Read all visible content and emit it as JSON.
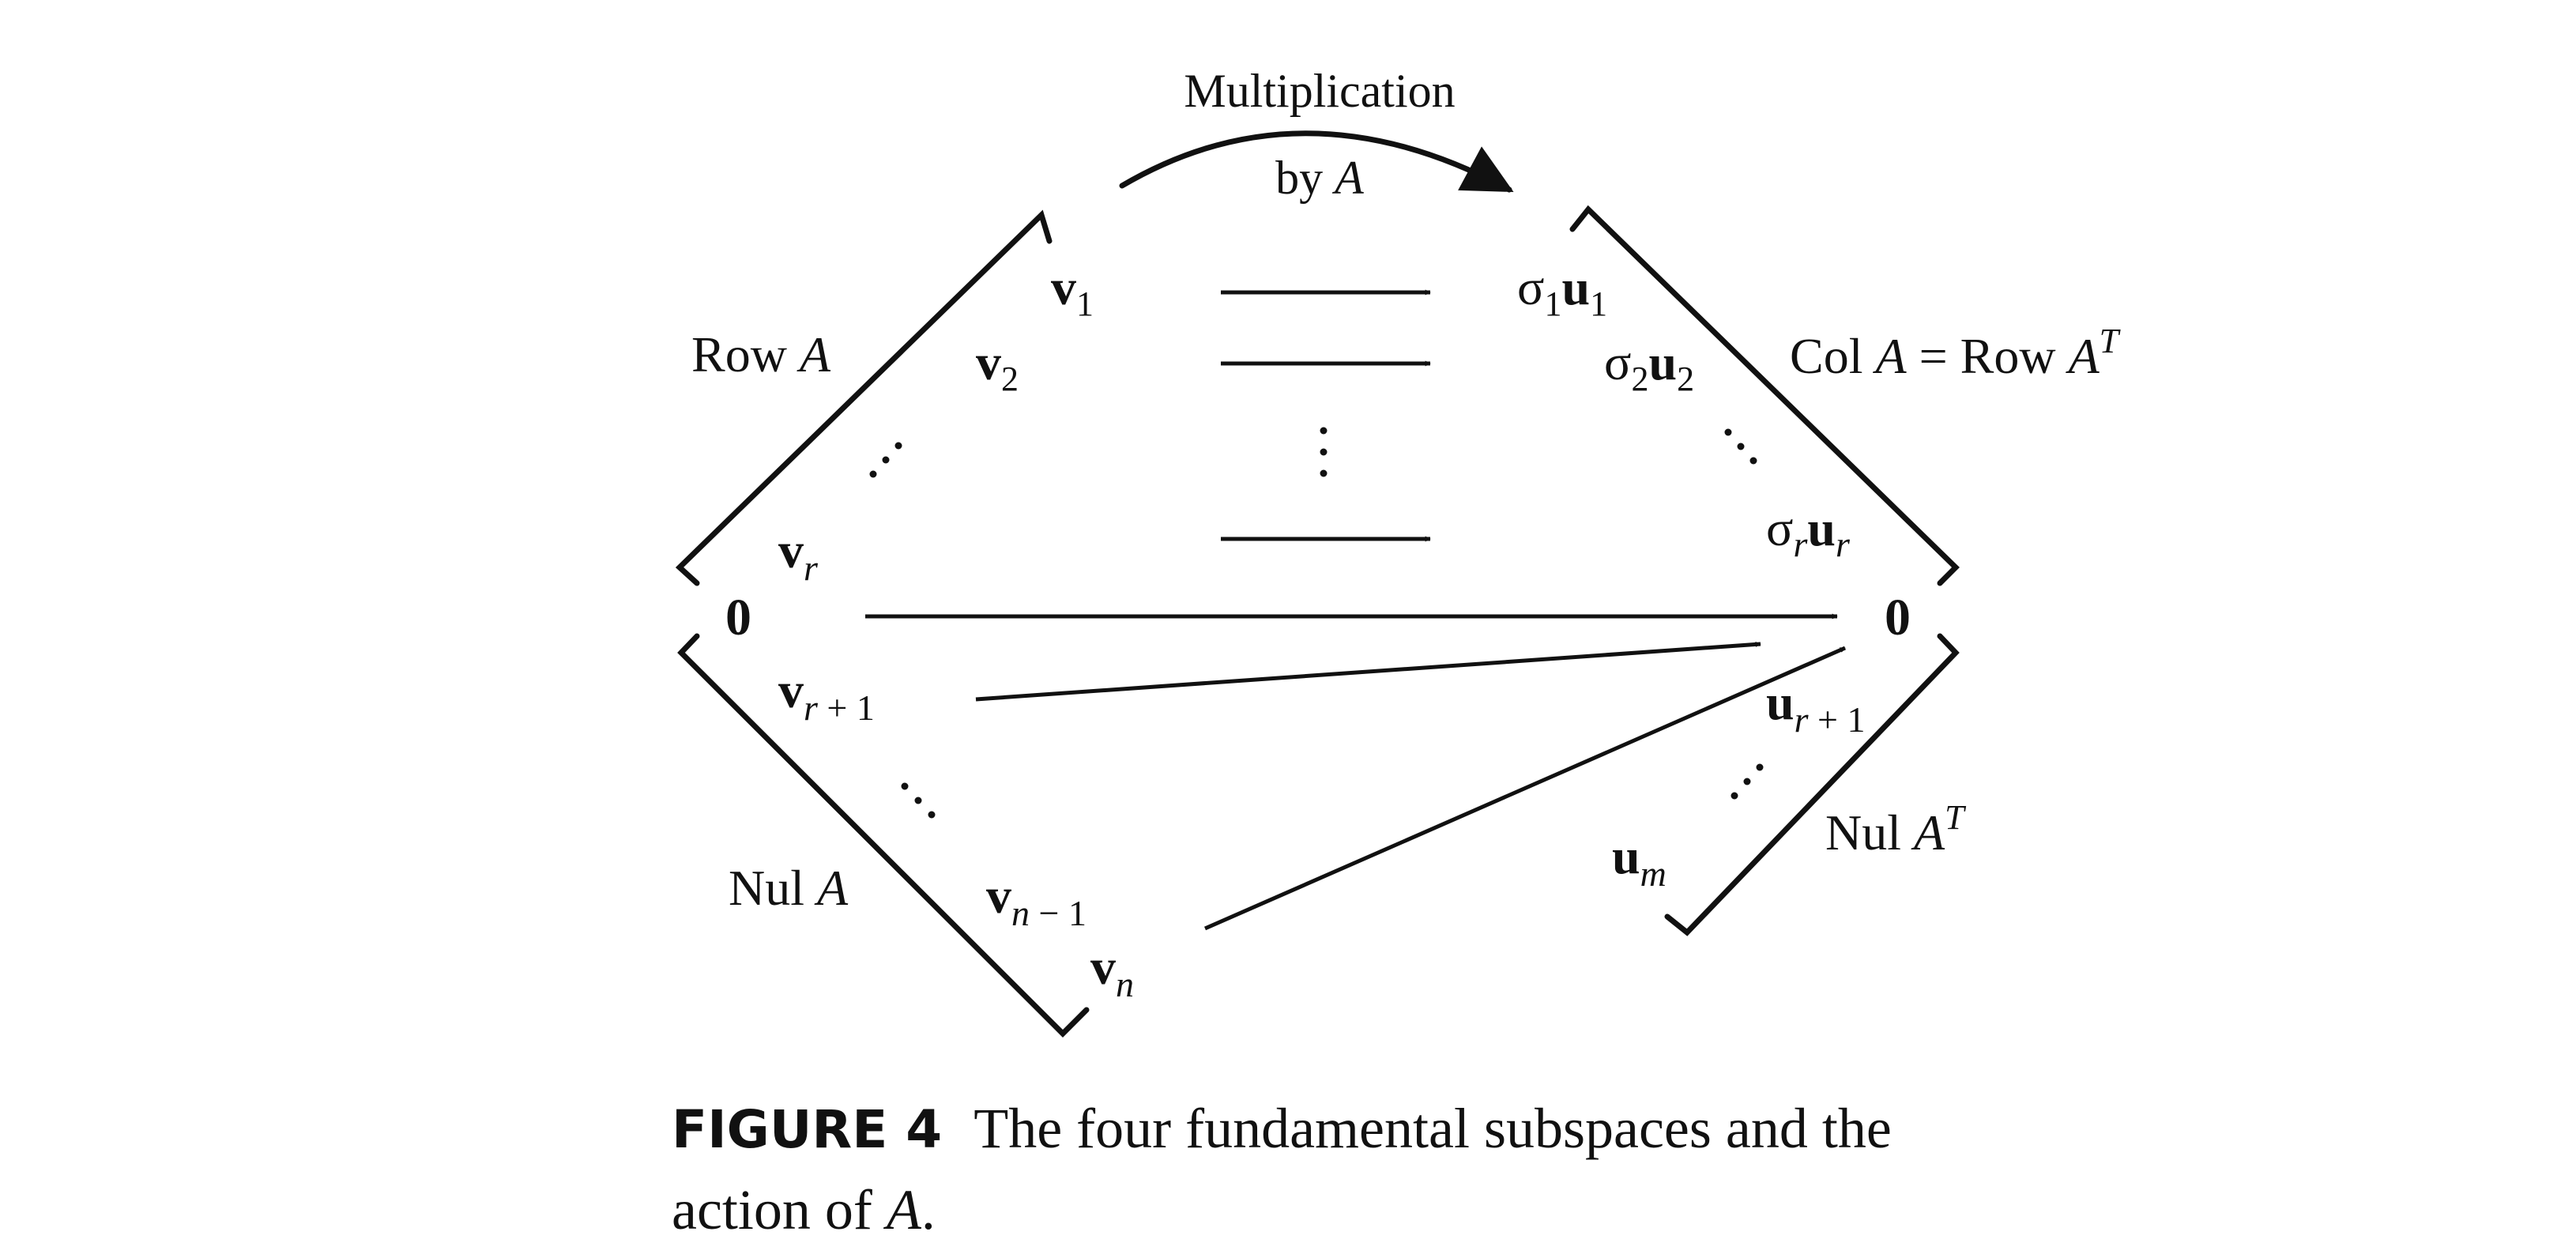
{
  "diagram": {
    "top_label_line1": "Multiplication",
    "top_label_line2_prefix": "by ",
    "top_label_line2_var": "A",
    "left": {
      "row_label_prefix": "Row ",
      "row_label_var": "A",
      "nul_label_prefix": "Nul ",
      "nul_label_var": "A",
      "zero": "0",
      "v1": {
        "base": "v",
        "sub": "1"
      },
      "v2": {
        "base": "v",
        "sub": "2"
      },
      "vr": {
        "base": "v",
        "sub": "r"
      },
      "vr1": {
        "base": "v",
        "sub_var": "r",
        "sub_rest": " + 1"
      },
      "vn1": {
        "base": "v",
        "sub_var": "n",
        "sub_rest": " − 1"
      },
      "vn": {
        "base": "v",
        "sub": "n"
      }
    },
    "right": {
      "col_label_prefix": "Col ",
      "col_label_var": "A",
      "col_label_eq": " = Row ",
      "col_label_var2": "A",
      "col_label_sup": "T",
      "nul_label_prefix": "Nul ",
      "nul_label_var": "A",
      "nul_label_sup": "T",
      "zero": "0",
      "s1u1": {
        "sigma": "σ",
        "sigma_sub": "1",
        "u": "u",
        "u_sub": "1"
      },
      "s2u2": {
        "sigma": "σ",
        "sigma_sub": "2",
        "u": "u",
        "u_sub": "2"
      },
      "srur": {
        "sigma": "σ",
        "sigma_sub": "r",
        "u": "u",
        "u_sub": "r"
      },
      "ur1": {
        "base": "u",
        "sub_var": "r",
        "sub_rest": " + 1"
      },
      "um": {
        "base": "u",
        "sub": "m"
      }
    }
  },
  "caption": {
    "label": "FIGURE 4",
    "text_line1": "The four fundamental subspaces and the",
    "text_line2_prefix": "action of ",
    "text_line2_var": "A",
    "text_line2_suffix": "."
  }
}
